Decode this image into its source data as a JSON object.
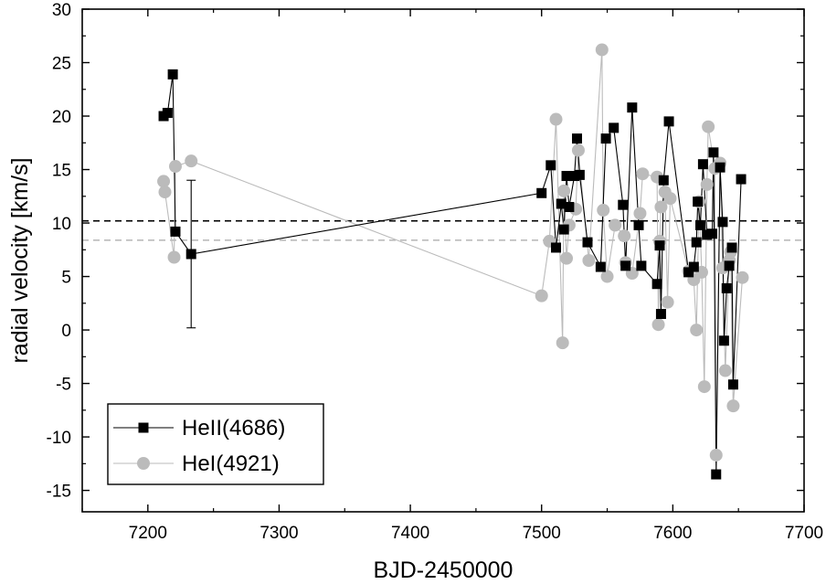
{
  "chart_data": {
    "type": "scatter",
    "xlabel": "BJD-2450000",
    "ylabel": "radial velocity [km/s]",
    "xlim": [
      7150,
      7700
    ],
    "ylim": [
      -17,
      30
    ],
    "x_ticks": [
      7200,
      7300,
      7400,
      7500,
      7600,
      7700
    ],
    "y_ticks": [
      -15,
      -10,
      -5,
      0,
      5,
      10,
      15,
      20,
      25,
      30
    ],
    "legend_position": "bottom-left",
    "reference_lines": [
      {
        "y": 10.2,
        "color": "#000000",
        "style": "dashed"
      },
      {
        "y": 8.4,
        "color": "#bbbbbb",
        "style": "dashed"
      }
    ],
    "series": [
      {
        "name": "HeII(4686)",
        "marker": "square",
        "color": "#000000",
        "points": [
          [
            7212,
            20.0
          ],
          [
            7215,
            20.3
          ],
          [
            7219,
            23.9
          ],
          [
            7221,
            9.2
          ],
          [
            7233,
            7.1
          ],
          [
            7500,
            12.8
          ],
          [
            7507,
            15.4
          ],
          [
            7511,
            7.7
          ],
          [
            7515,
            11.8
          ],
          [
            7517,
            9.4
          ],
          [
            7519,
            14.4
          ],
          [
            7521,
            11.5
          ],
          [
            7525,
            14.4
          ],
          [
            7527,
            17.9
          ],
          [
            7529,
            14.5
          ],
          [
            7535,
            8.2
          ],
          [
            7545,
            5.9
          ],
          [
            7549,
            17.9
          ],
          [
            7555,
            18.9
          ],
          [
            7562,
            11.7
          ],
          [
            7564,
            6.0
          ],
          [
            7569,
            20.8
          ],
          [
            7574,
            9.8
          ],
          [
            7576,
            6.0
          ],
          [
            7588,
            4.3
          ],
          [
            7590,
            7.9
          ],
          [
            7591,
            1.5
          ],
          [
            7593,
            14.0
          ],
          [
            7597,
            19.5
          ],
          [
            7612,
            5.4
          ],
          [
            7616,
            5.9
          ],
          [
            7618,
            8.2
          ],
          [
            7619,
            12.0
          ],
          [
            7621,
            9.8
          ],
          [
            7623,
            15.5
          ],
          [
            7626,
            8.9
          ],
          [
            7630,
            9.0
          ],
          [
            7631,
            16.6
          ],
          [
            7633,
            -13.5
          ],
          [
            7636,
            15.2
          ],
          [
            7638,
            10.1
          ],
          [
            7639,
            -1.0
          ],
          [
            7641,
            3.9
          ],
          [
            7643,
            6.0
          ],
          [
            7645,
            7.7
          ],
          [
            7646,
            -5.1
          ],
          [
            7652,
            14.1
          ]
        ],
        "error_bar": {
          "x": 7233,
          "y": 7.1,
          "low": 0.2,
          "high": 14.0
        }
      },
      {
        "name": "HeI(4921)",
        "marker": "circle",
        "color": "#bbbbbb",
        "points": [
          [
            7212,
            13.9
          ],
          [
            7213,
            12.9
          ],
          [
            7220,
            6.8
          ],
          [
            7221,
            15.3
          ],
          [
            7233,
            15.8
          ],
          [
            7500,
            3.2
          ],
          [
            7506,
            8.3
          ],
          [
            7511,
            19.7
          ],
          [
            7516,
            -1.2
          ],
          [
            7517,
            13.0
          ],
          [
            7519,
            6.7
          ],
          [
            7521,
            9.8
          ],
          [
            7526,
            11.3
          ],
          [
            7528,
            16.8
          ],
          [
            7536,
            6.5
          ],
          [
            7546,
            26.2
          ],
          [
            7547,
            11.2
          ],
          [
            7550,
            5.0
          ],
          [
            7556,
            9.8
          ],
          [
            7563,
            8.8
          ],
          [
            7564,
            6.3
          ],
          [
            7569,
            5.3
          ],
          [
            7575,
            10.9
          ],
          [
            7577,
            14.6
          ],
          [
            7588,
            14.3
          ],
          [
            7589,
            0.5
          ],
          [
            7590,
            8.3
          ],
          [
            7591,
            11.5
          ],
          [
            7594,
            12.9
          ],
          [
            7596,
            2.6
          ],
          [
            7598,
            12.3
          ],
          [
            7612,
            5.5
          ],
          [
            7616,
            4.7
          ],
          [
            7618,
            0.0
          ],
          [
            7620,
            12.0
          ],
          [
            7622,
            5.4
          ],
          [
            7624,
            -5.3
          ],
          [
            7626,
            13.6
          ],
          [
            7627,
            19.0
          ],
          [
            7632,
            15.1
          ],
          [
            7633,
            -11.7
          ],
          [
            7636,
            15.6
          ],
          [
            7638,
            5.8
          ],
          [
            7640,
            -3.8
          ],
          [
            7643,
            6.5
          ],
          [
            7644,
            7.3
          ],
          [
            7646,
            -7.1
          ],
          [
            7653,
            4.9
          ]
        ]
      }
    ]
  }
}
